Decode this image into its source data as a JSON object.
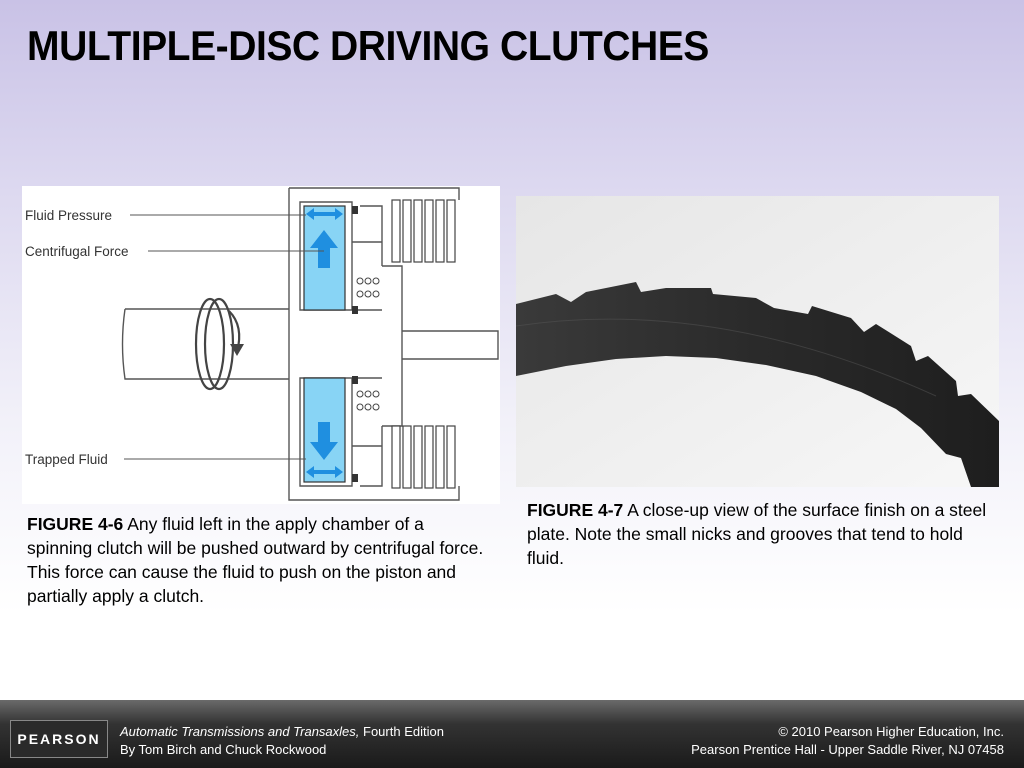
{
  "slide": {
    "title": "MULTIPLE-DISC DRIVING CLUTCHES"
  },
  "figure_6": {
    "labels": {
      "fluid_pressure": "Fluid Pressure",
      "centrifugal_force": "Centrifugal Force",
      "trapped_fluid": "Trapped Fluid"
    },
    "colors": {
      "fluid": "#88d4f5",
      "arrow": "#1f8fe0",
      "line": "#555555"
    },
    "caption_label": "FIGURE 4-6",
    "caption_text": "Any fluid left in the apply chamber of a spinning clutch will be pushed outward by centrifugal force. This force can cause the fluid to push on the piston and partially apply a clutch."
  },
  "figure_7": {
    "caption_label": "FIGURE 4-7",
    "caption_text": "A close-up view of the surface finish on a steel plate. Note the small nicks and grooves that tend to hold fluid."
  },
  "footer": {
    "logo_text": "PEARSON",
    "book_title": "Automatic Transmissions and Transaxles,",
    "edition": "Fourth Edition",
    "authors": "By Tom Birch and Chuck Rockwood",
    "copyright": "© 2010 Pearson Higher Education, Inc.",
    "publisher": "Pearson Prentice Hall - Upper Saddle River, NJ 07458"
  }
}
